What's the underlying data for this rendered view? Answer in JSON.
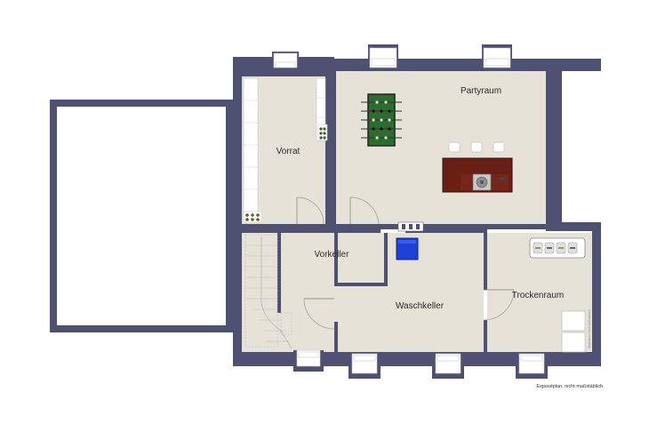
{
  "colors": {
    "wall": "#4e5172",
    "floor": "#e7e2d7",
    "window": "#ffffff",
    "stairs": "#cfcfcf",
    "counter": "#6a1f14",
    "appliance_blue": "#1f3fd9",
    "table_green": "#2e6b2e"
  },
  "rooms": {
    "partyraum": "Partyraum",
    "vorrat": "Vorrat",
    "vorkeller": "Vorkeller",
    "waschkeller": "Waschkeller",
    "trockenraum": "Trockenraum"
  },
  "footer_note": "Exposéplan, nicht maßstäblich",
  "vertical_note": "Illustration nicht maßstäblich",
  "icons": [
    "foosball-table-icon",
    "bar-counter-icon",
    "sink-icon",
    "bar-stool-icon",
    "shelf-icon",
    "stairs-icon",
    "washing-machine-icon",
    "dryer-icon",
    "wine-rack-icon",
    "door-icon",
    "window-icon"
  ]
}
